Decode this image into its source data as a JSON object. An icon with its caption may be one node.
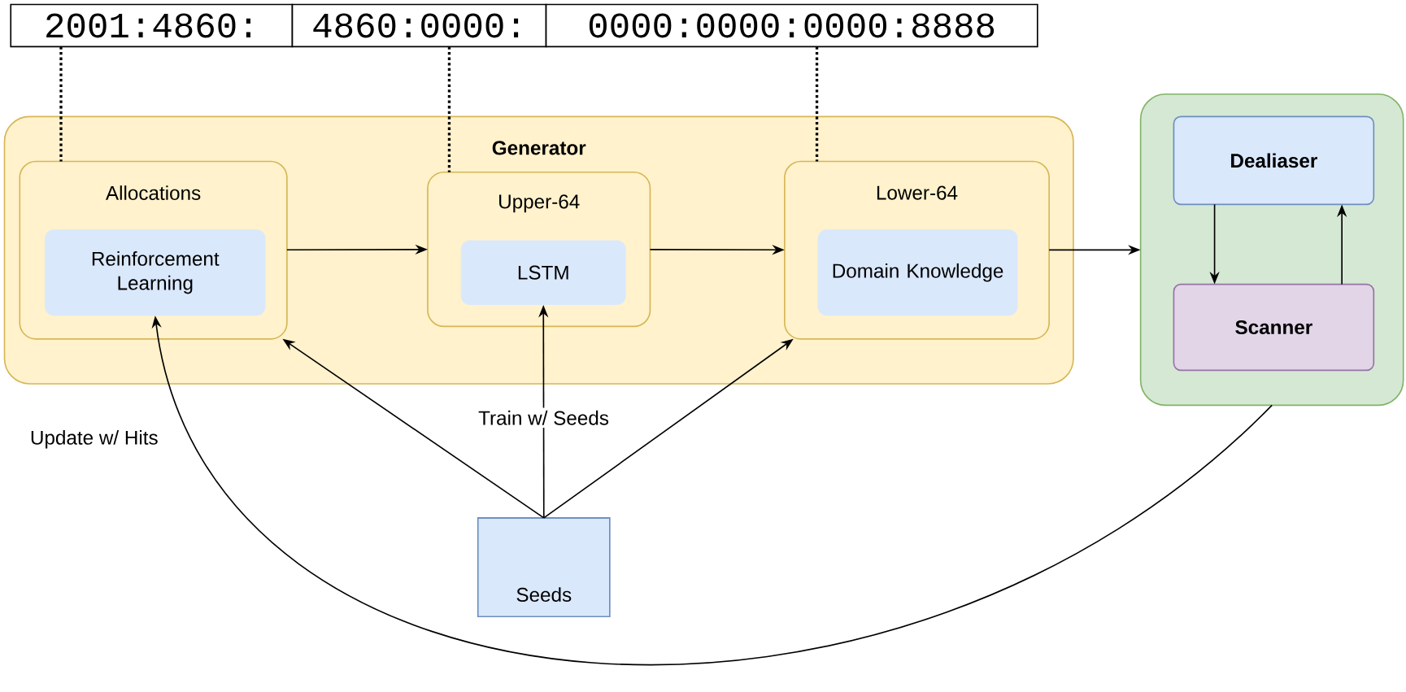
{
  "diagram": {
    "nodes": [
      {
        "text": [
          "2001:4860:"
        ]
      },
      {
        "text": [
          "4860:0000:"
        ]
      },
      {
        "text": [
          "0000:0000:0000:8888"
        ]
      },
      {
        "text": [
          "Generator"
        ]
      },
      {
        "text": [
          "Allocations"
        ],
        "in": 3
      },
      {
        "text": [
          "Reinforcement Learning"
        ],
        "in": 4
      },
      {
        "text": [
          "Upper-64"
        ],
        "in": 3
      },
      {
        "text": [
          "LSTM"
        ],
        "in": 6
      },
      {
        "text": [
          "Lower-64"
        ],
        "in": 3
      },
      {
        "text": [
          "Domain Knowledge"
        ],
        "in": 8
      },
      {
        "text": [],
        "shape": "box"
      },
      {
        "text": [
          "Dealiaser"
        ],
        "in": 10
      },
      {
        "text": [
          "Scanner"
        ],
        "in": 10
      },
      {
        "text": [
          "Seeds"
        ]
      }
    ],
    "edges": [
      {
        "from": 0,
        "to": 4,
        "arrow": "none",
        "style": "dashed"
      },
      {
        "from": 1,
        "to": 6,
        "arrow": "none",
        "style": "dashed"
      },
      {
        "from": 2,
        "to": 8,
        "arrow": "none",
        "style": "dashed"
      },
      {
        "from": 4,
        "to": 6,
        "arrow": "to"
      },
      {
        "from": 6,
        "to": 8,
        "arrow": "to"
      },
      {
        "from": 8,
        "to": 10,
        "arrow": "to"
      },
      {
        "from": 11,
        "to": 12,
        "arrow": "to"
      },
      {
        "from": 12,
        "to": 11,
        "arrow": "to"
      },
      {
        "from": 13,
        "to": 4,
        "arrow": "to"
      },
      {
        "from": 13,
        "to": 7,
        "arrow": "to",
        "label": "Train w/ Seeds"
      },
      {
        "from": 13,
        "to": 8,
        "arrow": "to"
      },
      {
        "from": 10,
        "to": 5,
        "arrow": "to",
        "label": "Update w/ Hits"
      }
    ]
  }
}
